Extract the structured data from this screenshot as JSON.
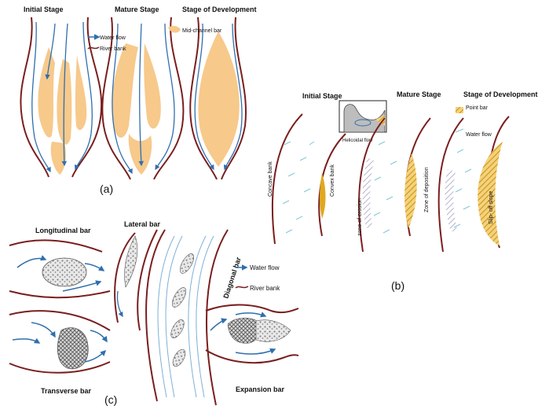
{
  "panel_a": {
    "stage_labels": [
      "Initial Stage",
      "Mature Stage",
      "Stage of Development"
    ],
    "legend": {
      "water_flow": "Water flow",
      "river_bank": "River bank",
      "bar": "Mid-channel bar"
    },
    "caption": "(a)"
  },
  "panel_b": {
    "stage_labels": [
      "Initial Stage",
      "Mature Stage",
      "Stage of Development"
    ],
    "inset_label": "Helicoidal flow",
    "concave_bank": "Concave bank",
    "convex_bank": "Convex bank",
    "zone_erosion": "zone of erosion",
    "zone_deposition": "Zone of deposition",
    "slip_off": "Slip- off slope",
    "legend": {
      "point_bar": "Point bar",
      "water_flow": "Water flow"
    },
    "caption": "(b)"
  },
  "panel_c": {
    "bars": {
      "longitudinal": "Longitudinal bar",
      "lateral": "Lateral bar",
      "diagonal": "Diagonal bar",
      "transverse": "Transverse bar",
      "expansion": "Expansion bar"
    },
    "legend": {
      "water_flow": "Water flow",
      "river_bank": "River bank"
    },
    "caption": "(c)"
  },
  "colors": {
    "bank": "#7a1e1e",
    "flow": "#2f6fae",
    "bar_fill": "#f7c98b",
    "point_bar": "#e0a820",
    "light_flow": "#7fc8d8",
    "erosion": "#a8a0c0"
  }
}
